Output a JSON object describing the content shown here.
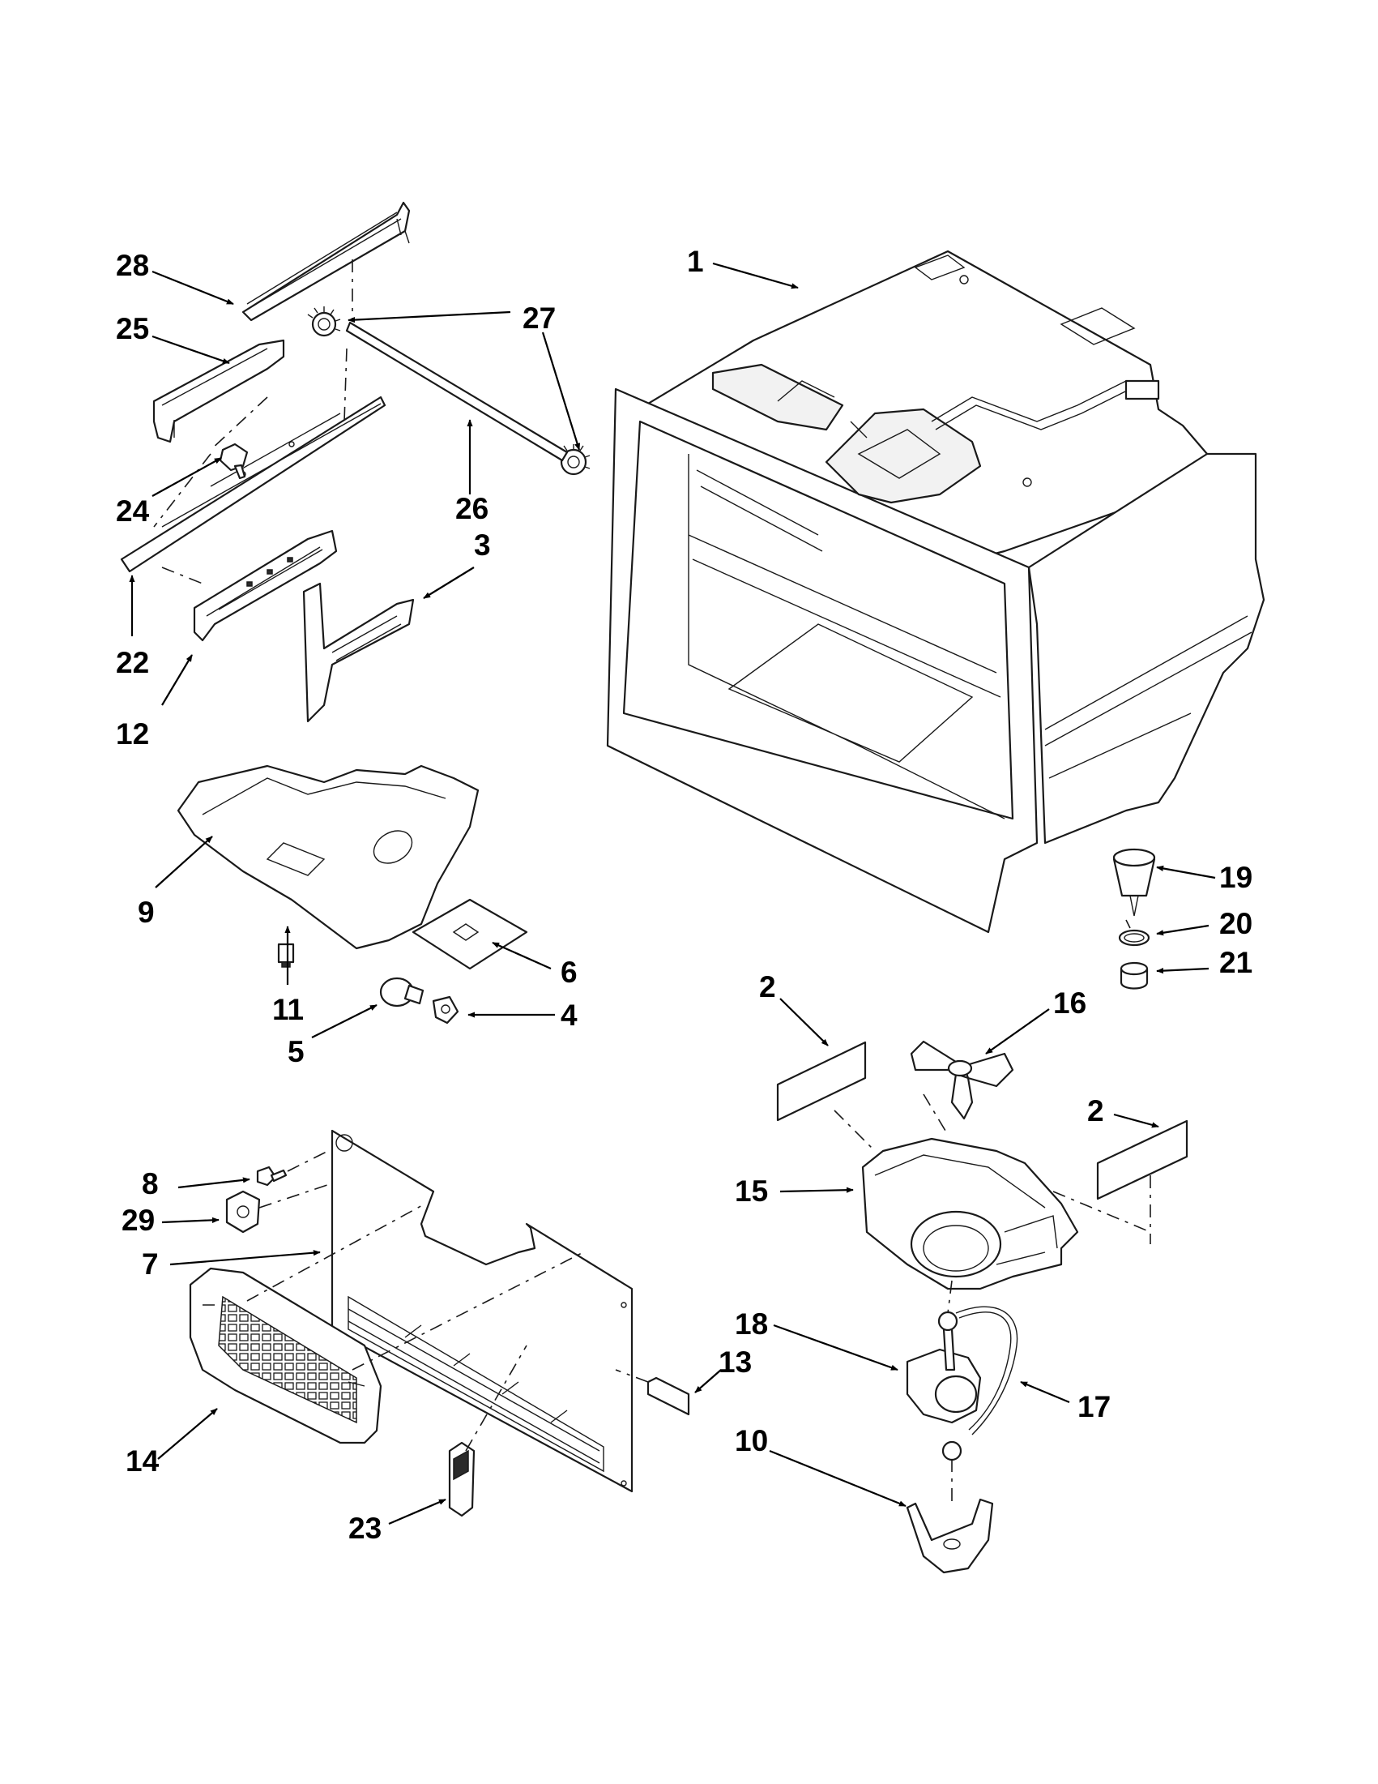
{
  "callouts": {
    "c1": "1",
    "c2a": "2",
    "c2b": "2",
    "c3": "3",
    "c4": "4",
    "c5": "5",
    "c6": "6",
    "c7": "7",
    "c8": "8",
    "c9": "9",
    "c10": "10",
    "c11": "11",
    "c12": "12",
    "c13": "13",
    "c14": "14",
    "c15": "15",
    "c16": "16",
    "c17": "17",
    "c18": "18",
    "c19": "19",
    "c20": "20",
    "c21": "21",
    "c22": "22",
    "c23": "23",
    "c24": "24",
    "c25": "25",
    "c26": "26",
    "c27": "27",
    "c28": "28",
    "c29": "29"
  }
}
